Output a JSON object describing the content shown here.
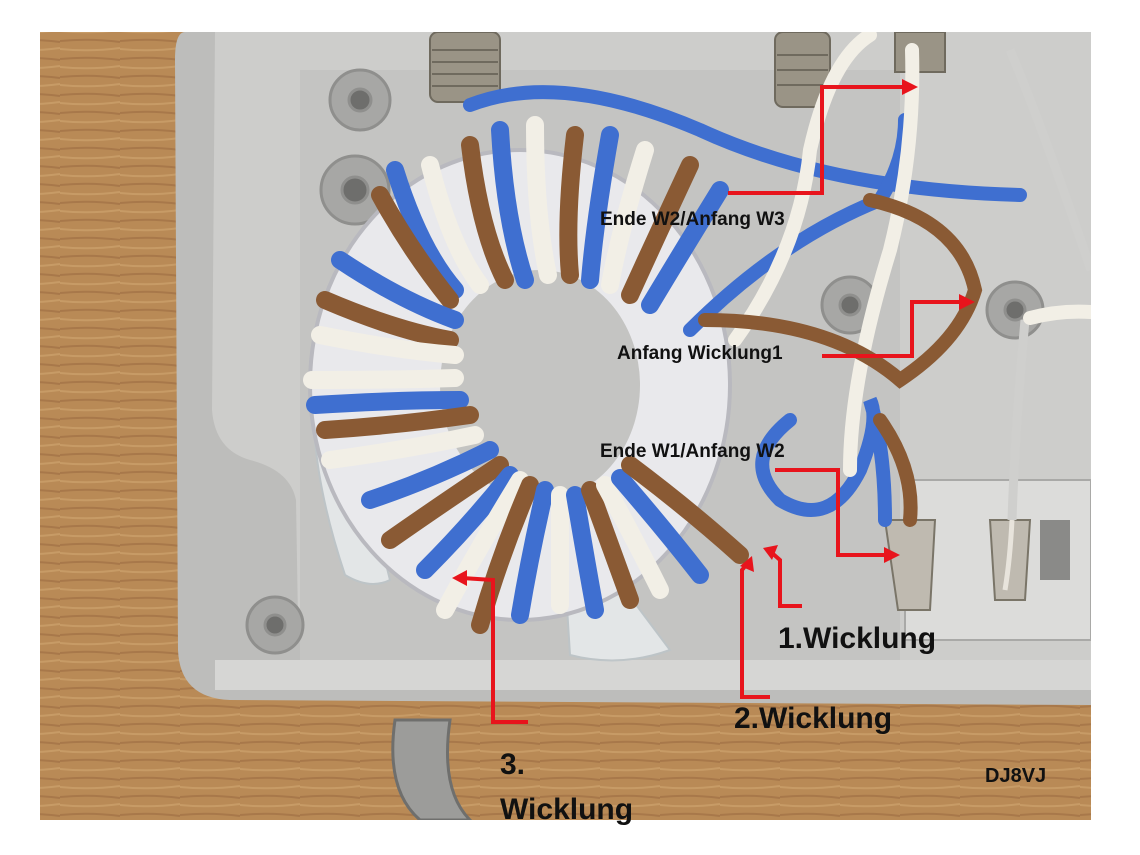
{
  "labels": {
    "ende_w2_anfang_w3": "Ende W2/Anfang W3",
    "anfang_wicklung1": "Anfang Wicklung1",
    "ende_w1_anfang_w2": "Ende W1/Anfang W2",
    "wicklung1": "1.Wicklung",
    "wicklung2": "2.Wicklung",
    "wicklung3_line1": "3.",
    "wicklung3_line2": "Wicklung",
    "credit": "DJ8VJ"
  },
  "colors": {
    "arrow": "#e8141c",
    "wire_blue": "#3f6fd0",
    "wire_brown": "#8a5a34",
    "wire_white": "#f2efe6",
    "housing": "#c9c9c7",
    "wood": "#b88a55"
  }
}
